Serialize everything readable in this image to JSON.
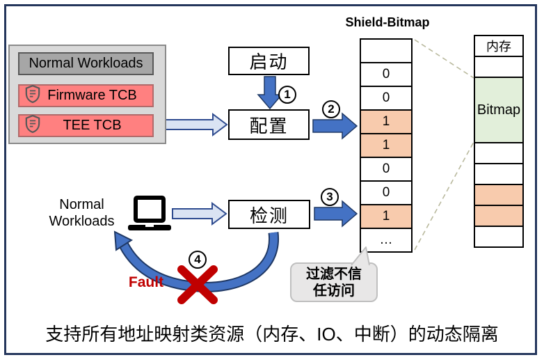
{
  "left_panel": {
    "items": [
      {
        "label": "Normal Workloads"
      },
      {
        "label": "Firmware TCB",
        "icon": "shield-icon"
      },
      {
        "label": "TEE TCB",
        "icon": "shield-icon"
      }
    ]
  },
  "boxes": {
    "start": "启动",
    "configure": "配置",
    "detect": "检测"
  },
  "steps": {
    "s1": "1",
    "s2": "2",
    "s3": "3",
    "s4": "4"
  },
  "bitmap": {
    "title": "Shield-Bitmap",
    "cells": [
      {
        "value": "",
        "fill": "white"
      },
      {
        "value": "0",
        "fill": "white"
      },
      {
        "value": "0",
        "fill": "white"
      },
      {
        "value": "1",
        "fill": "orange"
      },
      {
        "value": "1",
        "fill": "orange"
      },
      {
        "value": "0",
        "fill": "white"
      },
      {
        "value": "0",
        "fill": "white"
      },
      {
        "value": "1",
        "fill": "orange"
      },
      {
        "value": "…",
        "fill": "white"
      }
    ]
  },
  "memory": {
    "cells": [
      {
        "value": "内存",
        "fill": "white"
      },
      {
        "value": "",
        "fill": "white"
      },
      {
        "value": "Bitmap",
        "fill": "green"
      },
      {
        "value": "",
        "fill": "white"
      },
      {
        "value": "",
        "fill": "white"
      },
      {
        "value": "",
        "fill": "orange"
      },
      {
        "value": "",
        "fill": "orange"
      },
      {
        "value": "",
        "fill": "white"
      }
    ]
  },
  "workload": {
    "line1": "Normal",
    "line2": "Workloads"
  },
  "fault_label": "Fault",
  "callout": {
    "line1": "过滤不信",
    "line2": "任访问"
  },
  "caption": "支持所有地址映射类资源（内存、IO、中断）的动态隔离",
  "colors": {
    "frame_navy": "#24365c",
    "arrow_blue": "#4472c4",
    "arrow_outline": "#1f3864",
    "light_arrow_fill": "#dae3f3",
    "orange_cell": "#f8cbad",
    "green_cell": "#e2efda",
    "tcb_pink": "#ff8080",
    "normal_gray": "#a6a6a6",
    "panel_gray": "#d9d9d9",
    "fault_red": "#c00000",
    "dashed_line": "#b9b99d"
  }
}
